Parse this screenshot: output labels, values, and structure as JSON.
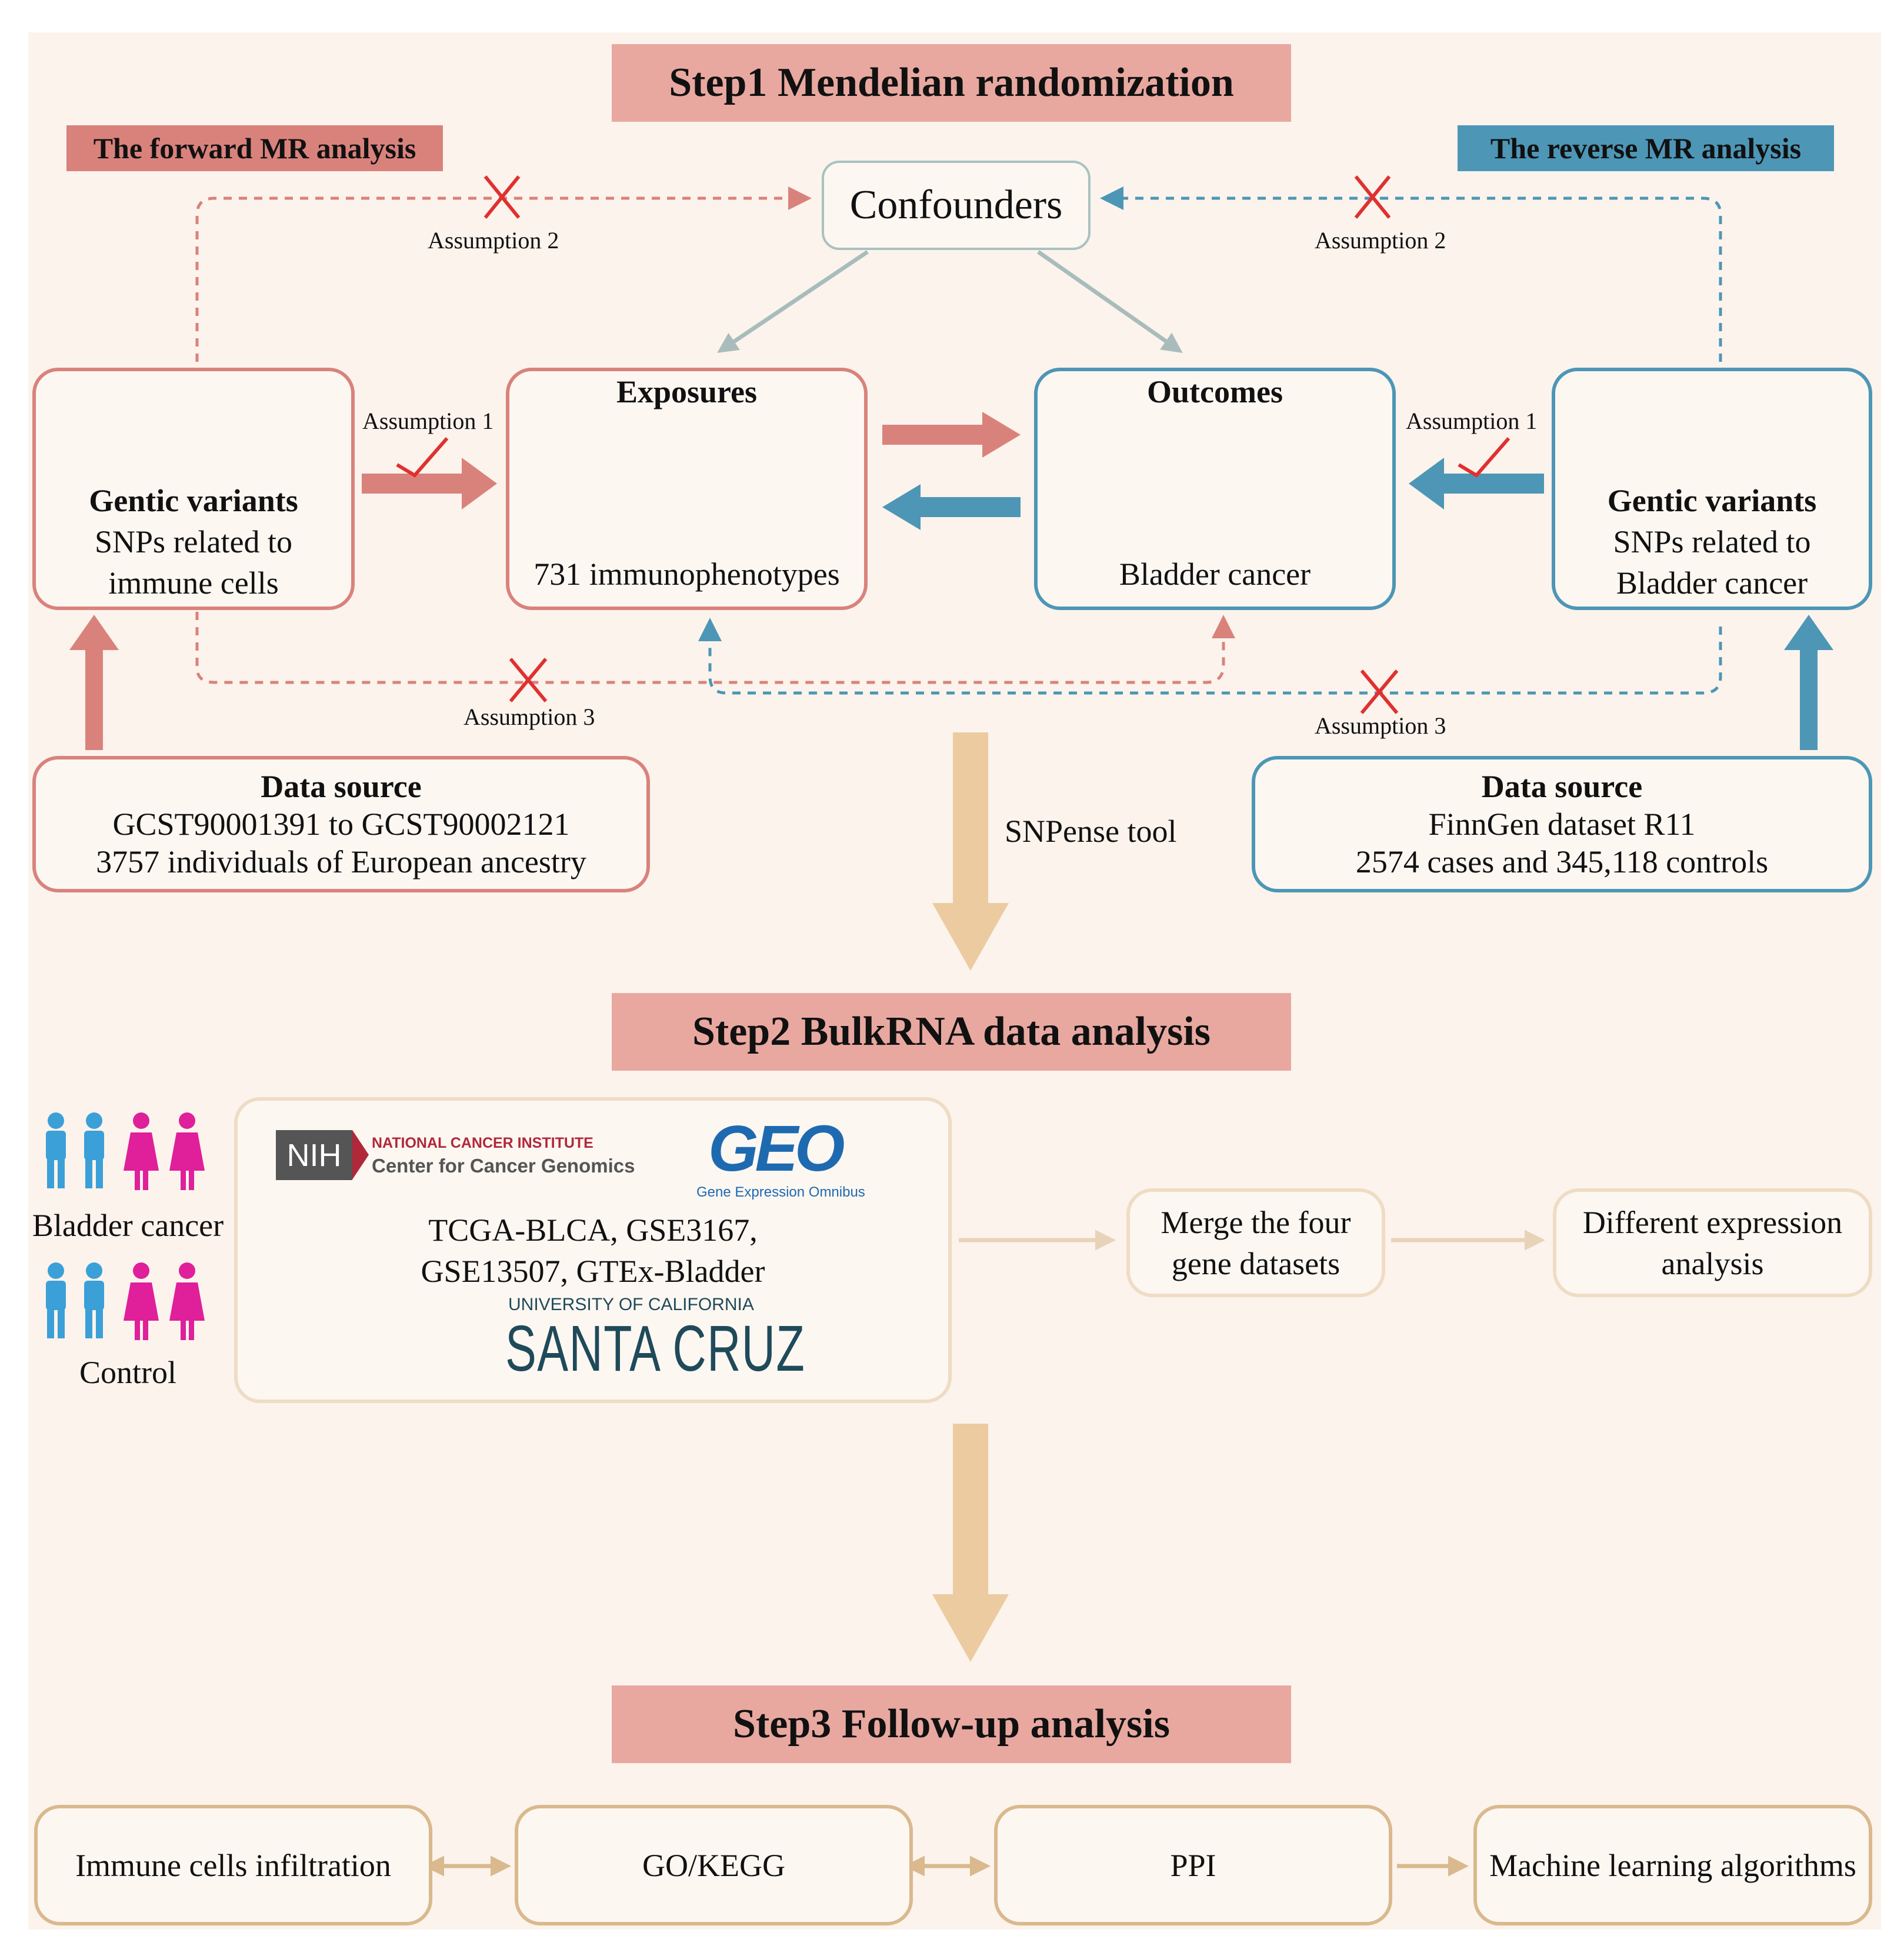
{
  "step1": {
    "title": "Step1 Mendelian randomization",
    "forward_tag": "The forward MR analysis",
    "reverse_tag": "The reverse MR analysis",
    "confounders": "Confounders",
    "assumption1": "Assumption 1",
    "assumption2": "Assumption 2",
    "assumption3": "Assumption 3",
    "left_genetic": {
      "title": "Gentic variants",
      "line1": "SNPs related to",
      "line2": "immune cells"
    },
    "exposures": {
      "title": "Exposures",
      "label": "731 immunophenotypes"
    },
    "outcomes": {
      "title": "Outcomes",
      "label": "Bladder cancer"
    },
    "right_genetic": {
      "title": "Gentic variants",
      "line1": "SNPs related to",
      "line2": "Bladder cancer"
    },
    "left_source": {
      "title": "Data source",
      "line1": "GCST90001391 to GCST90002121",
      "line2": "3757 individuals of European ancestry"
    },
    "right_source": {
      "title": "Data source",
      "line1": "FinnGen dataset R11",
      "line2": "2574 cases and 345,118 controls"
    },
    "snpense": "SNPense tool"
  },
  "step2": {
    "title": "Step2 BulkRNA data analysis",
    "bladder_group": "Bladder cancer",
    "control_group": "Control",
    "nih_badge": "NIH",
    "nci_line1": "NATIONAL CANCER INSTITUTE",
    "nci_line2": "Center for Cancer Genomics",
    "geo_logo": "GEO",
    "geo_caption": "Gene Expression Omnibus",
    "datasets_line1": "TCGA-BLCA, GSE3167,",
    "datasets_line2": "GSE13507, GTEx-Bladder",
    "ucsc_line1": "UNIVERSITY OF CALIFORNIA",
    "ucsc_line2": "SANTA CRUZ",
    "merge": {
      "line1": "Merge the four",
      "line2": "gene datasets"
    },
    "diff": {
      "line1": "Different expression",
      "line2": "analysis"
    }
  },
  "step3": {
    "title": "Step3 Follow-up analysis",
    "boxes": [
      "Immune cells infiltration",
      "GO/KEGG",
      "PPI",
      "Machine learning algorithms"
    ]
  },
  "colors": {
    "forward": "#d9827c",
    "reverse": "#4d96b6",
    "step_title": "#e8a8a0",
    "flow_arrow": "#eccba0",
    "background": "#fbf3ec",
    "cross": "#e03030",
    "check": "#e03030"
  },
  "icons": [
    "dna-icon",
    "immune-cells-icon",
    "bladder-icon",
    "person-icon",
    "cross-icon",
    "check-icon"
  ]
}
